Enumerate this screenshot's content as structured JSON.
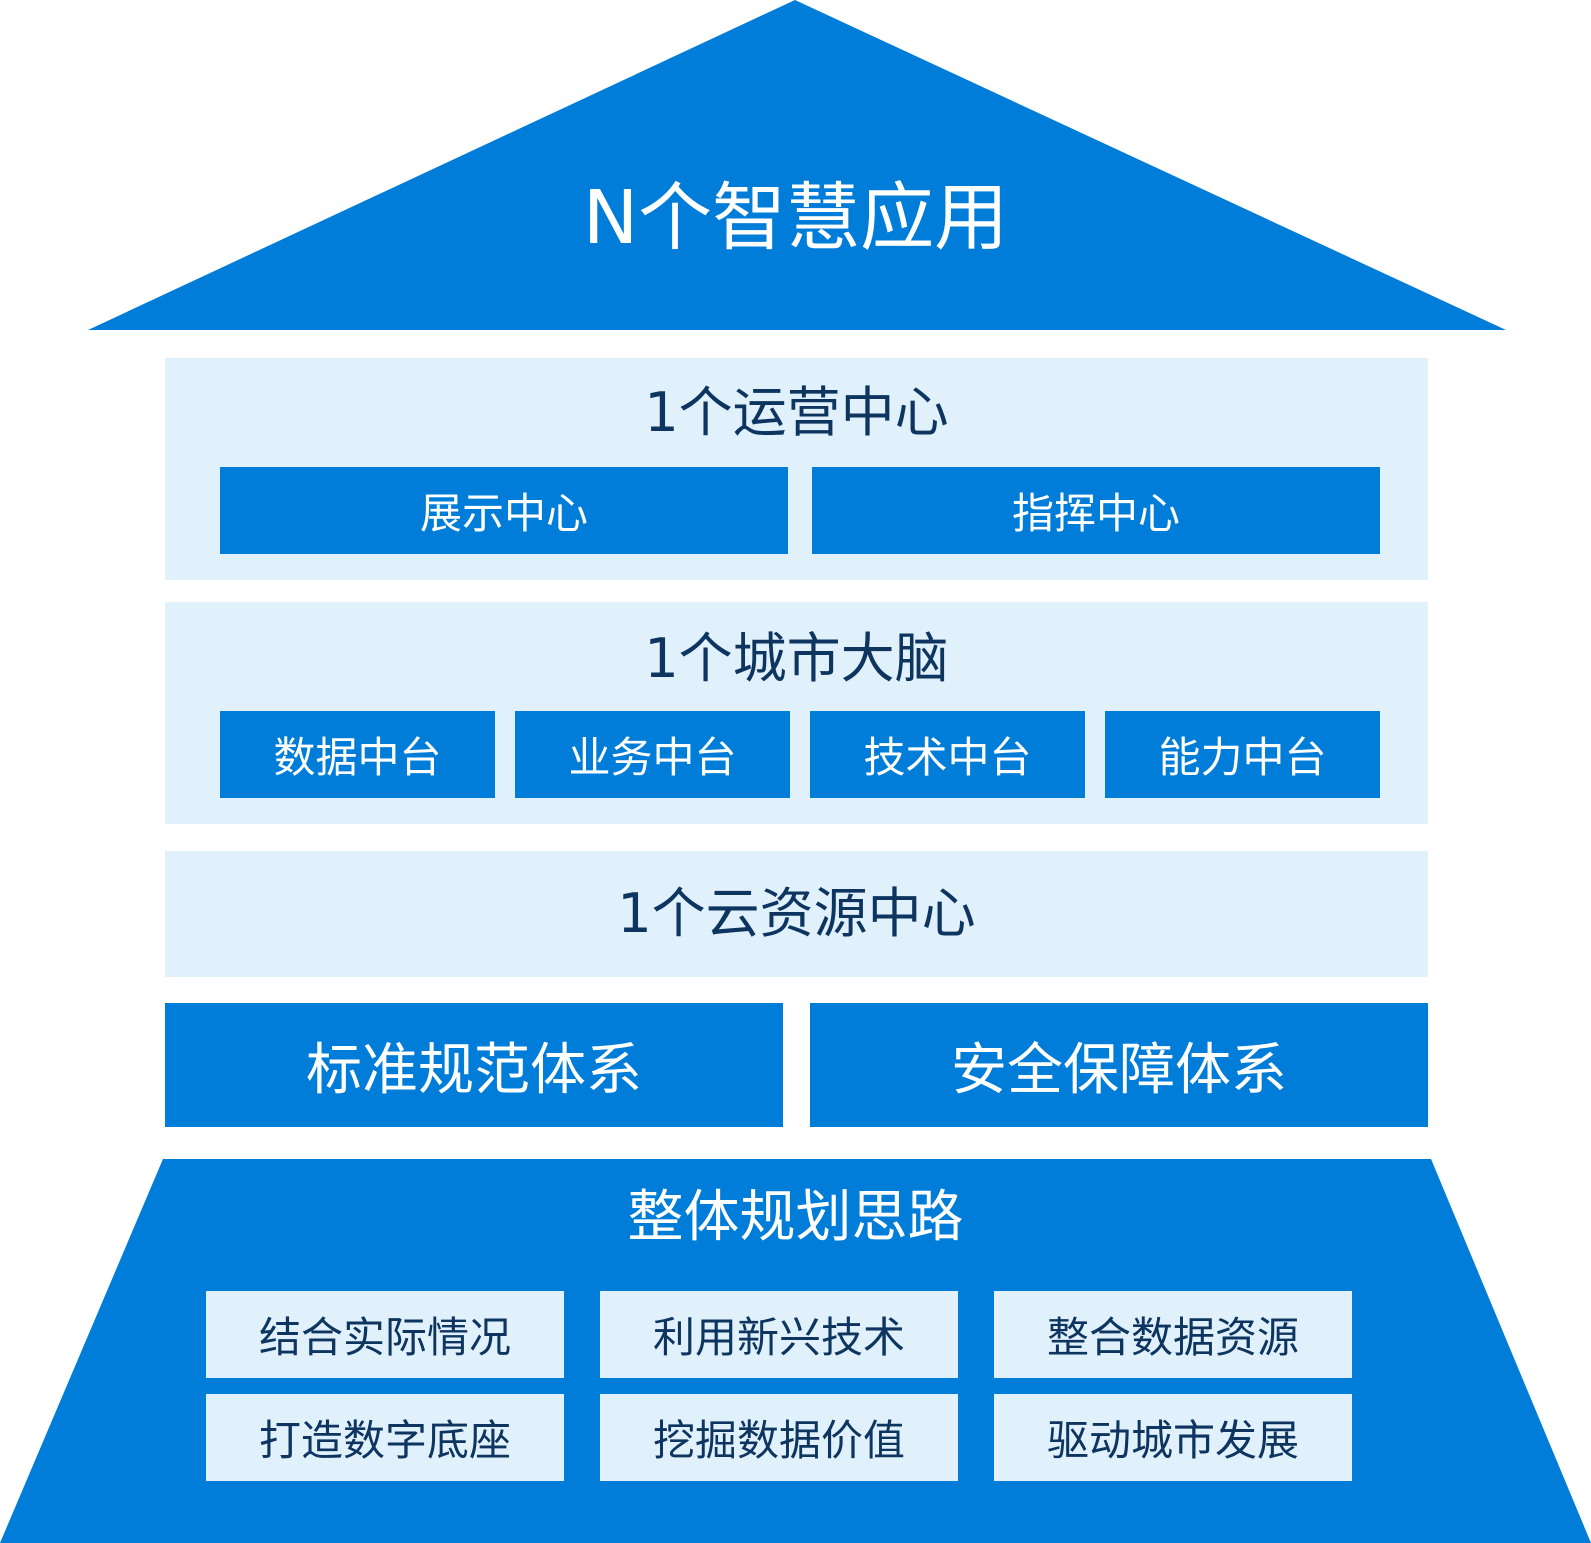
{
  "roof": {
    "title": "N个智慧应用"
  },
  "operations": {
    "title": "1个运营中心",
    "items": [
      "展示中心",
      "指挥中心"
    ]
  },
  "brain": {
    "title": "1个城市大脑",
    "items": [
      "数据中台",
      "业务中台",
      "技术中台",
      "能力中台"
    ]
  },
  "cloud": {
    "title": "1个云资源中心"
  },
  "pillars": [
    "标准规范体系",
    "安全保障体系"
  ],
  "foundation": {
    "title": "整体规划思路",
    "items": [
      "结合实际情况",
      "利用新兴技术",
      "整合数据资源",
      "打造数字底座",
      "挖掘数据价值",
      "驱动城市发展"
    ]
  },
  "colors": {
    "primary_blue": "#007cd9",
    "light_blue": "#e1f1fc",
    "dark_text": "#0d3560"
  }
}
